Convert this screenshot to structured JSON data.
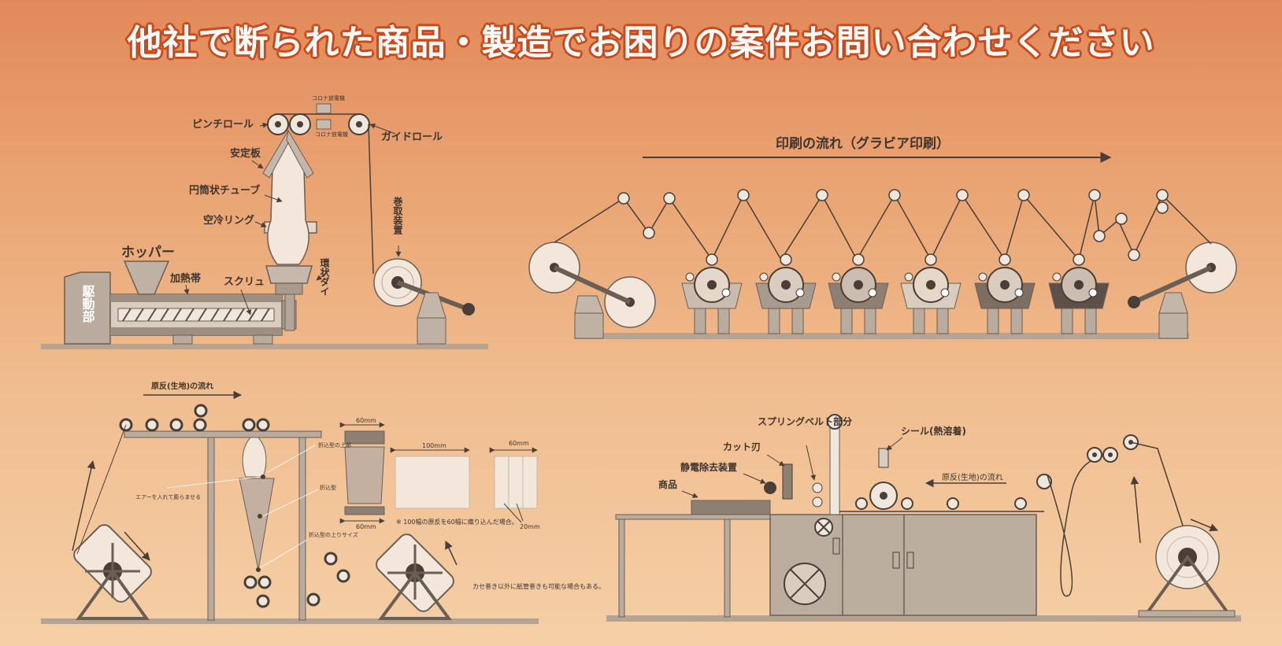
{
  "header": {
    "title": "他社で断られた商品・製造でお困りの案件お問い合わせください"
  },
  "extrusion": {
    "corona_top": "コロナ放電機",
    "corona_bottom": "コロナ放電機",
    "pinch_roll": "ピンチロール",
    "guide_roll": "ガイドロール",
    "stabilizer": "安定板",
    "tube": "円筒状チューブ",
    "air_ring": "空冷リング",
    "winder": "巻取装置",
    "hopper": "ホッパー",
    "heater": "加熱帯",
    "screw": "スクリュ",
    "die": "環状ダイ",
    "drive": "駆動部"
  },
  "printing": {
    "flow": "印刷の流れ（グラビア印刷）"
  },
  "folding": {
    "flow": "原反(生地)の流れ",
    "air": "エアーを入れて膨らませる",
    "fold_top": "折込型の上部",
    "fold": "折込型",
    "fold_size": "折込型の上りサイズ",
    "dim_60_top": "60mm",
    "dim_60_bottom": "60mm",
    "dim_100": "100mm",
    "dim_60_right": "60mm",
    "dim_20": "20mm",
    "note": "※ 100幅の原反を60幅に織り込んだ場合。",
    "winding_note": "カセ巻き以外に紙管巻きも可能な場合もある。"
  },
  "bagmaking": {
    "spring": "スプリングベルト部分",
    "cutter": "カット刃",
    "static": "静電除去装置",
    "product": "商品",
    "seal": "シール(熱溶着)",
    "flow": "原反(生地)の流れ"
  },
  "colors": {
    "machine": "#bcae9f",
    "line": "#4a3e38",
    "title_outline": "#c94a1c"
  }
}
